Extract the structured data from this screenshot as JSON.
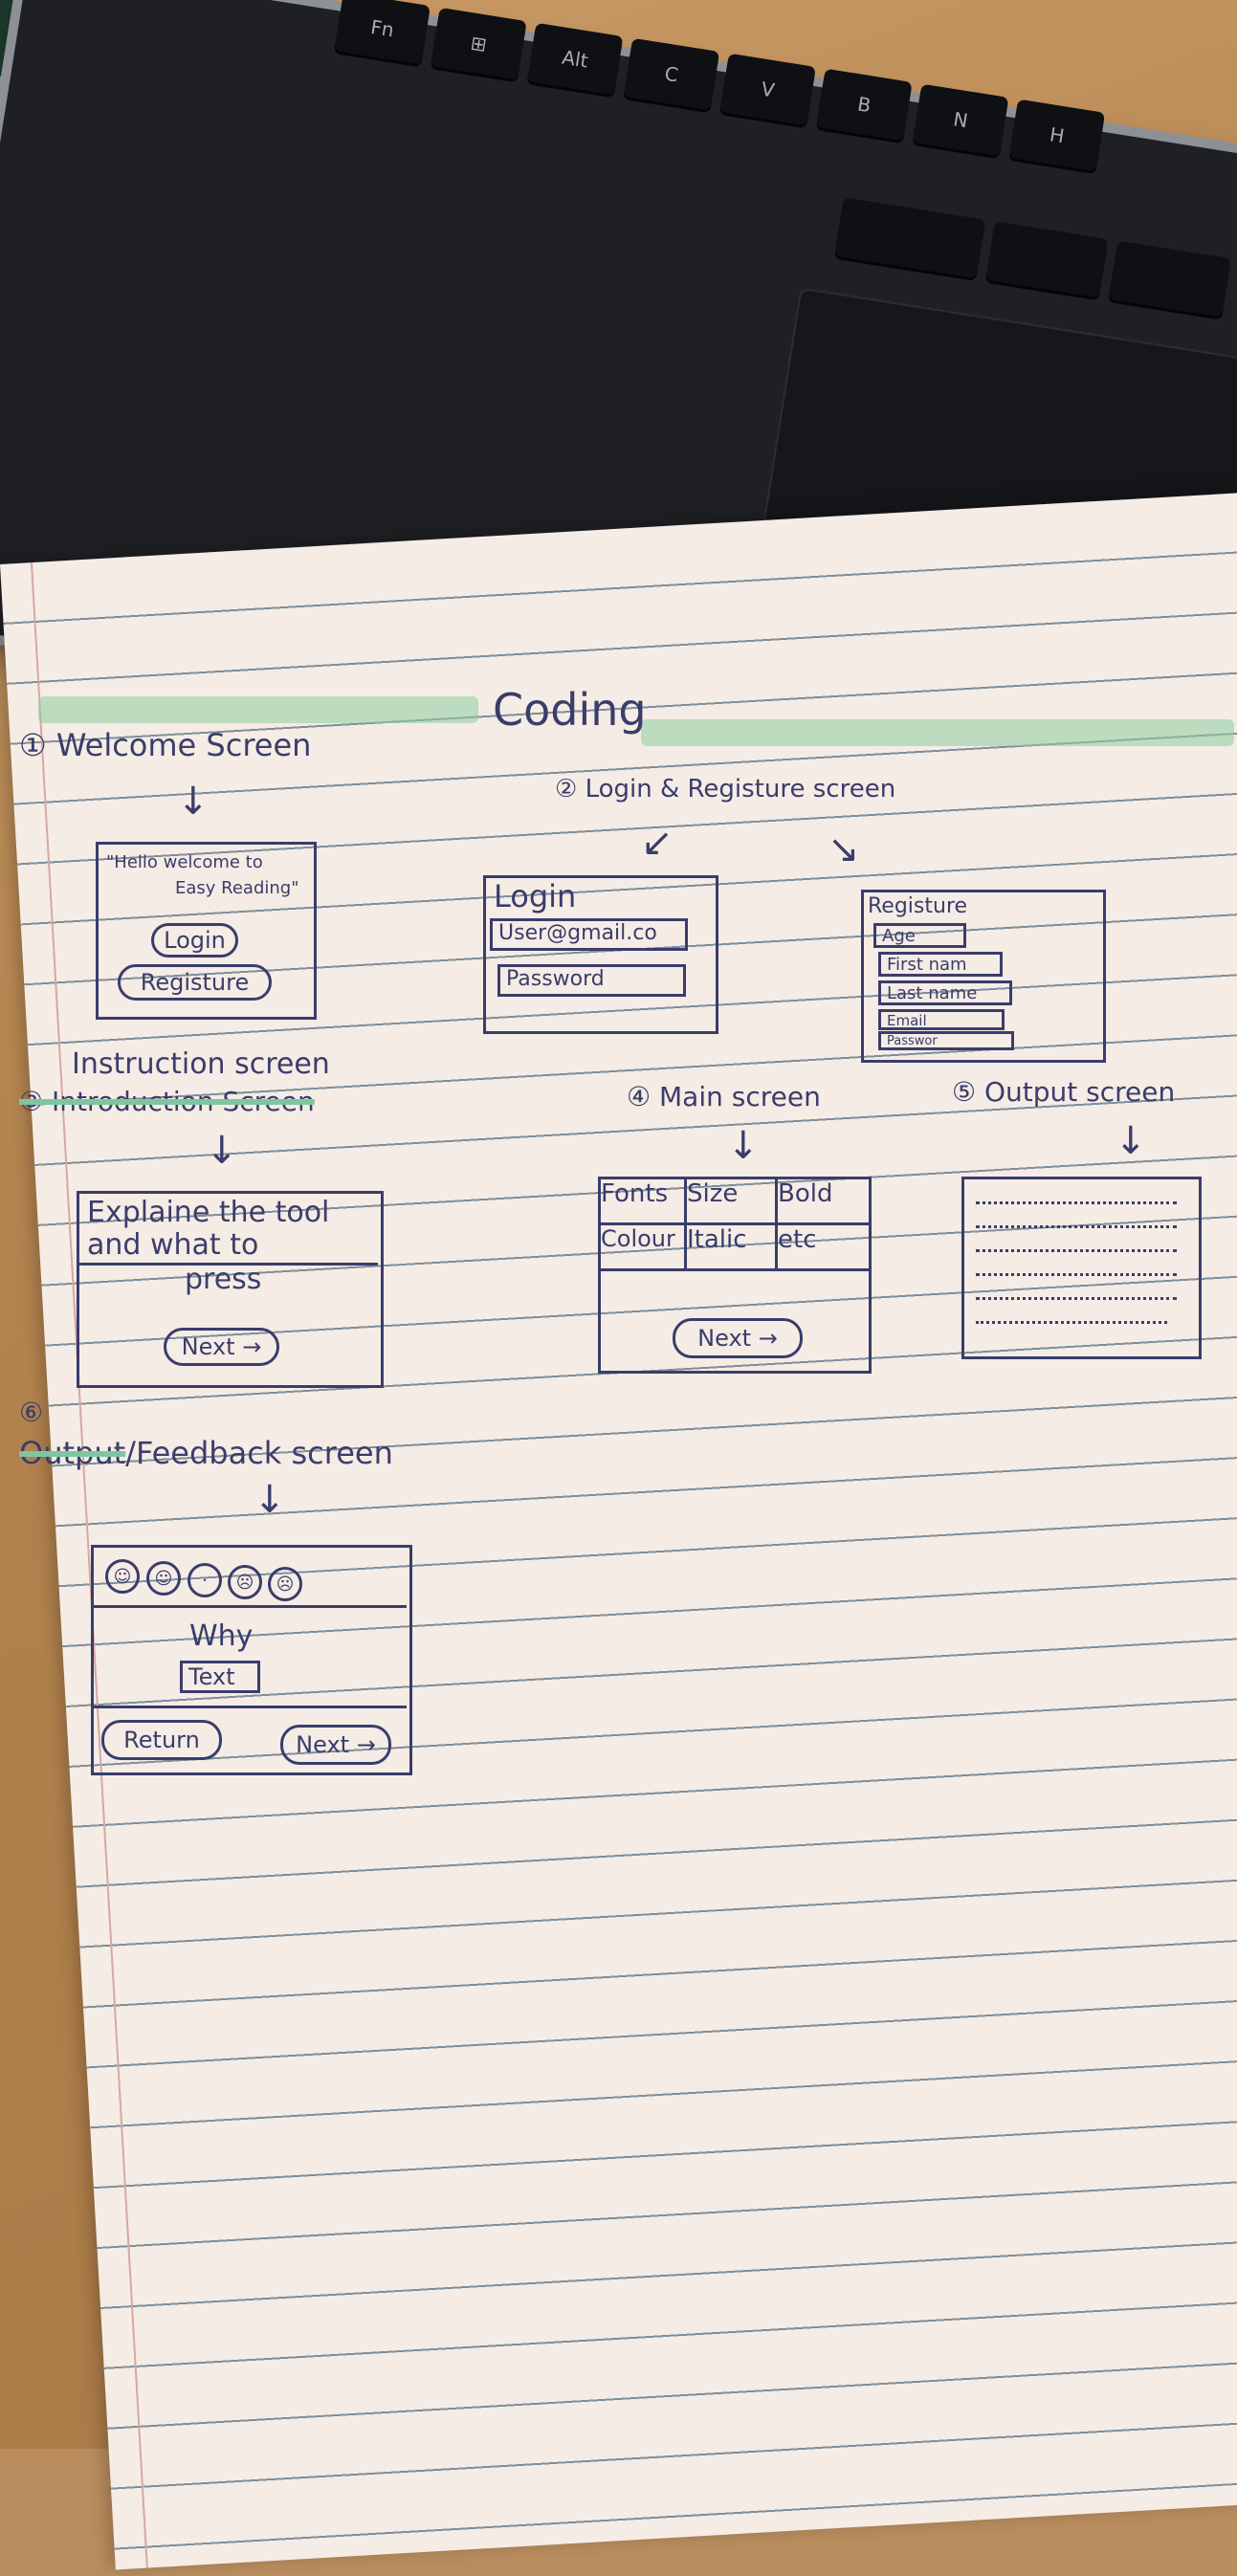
{
  "laptop": {
    "keys_top": [
      "Fn",
      "⊞",
      "Alt",
      "C",
      "V",
      "B",
      "N",
      "H"
    ]
  },
  "page": {
    "title": "Coding",
    "welcome": {
      "heading": "① Welcome Screen",
      "message_line1": "\"Hello welcome to",
      "message_line2": "Easy Reading\"",
      "login_button": "Login",
      "register_button": "Registure"
    },
    "login_register": {
      "heading": "② Login & Registure screen",
      "login_title": "Login",
      "email_field": "User@gmail.co",
      "password_field": "Password",
      "register_title": "Registure",
      "fields": [
        "Age",
        "First nam",
        "Last name",
        "Email",
        "Passwor"
      ]
    },
    "instruction": {
      "heading_top": "Instruction screen",
      "heading_struck": "③ Introduction Screen",
      "text_line1": "Explaine the tool",
      "text_line2": "and what to",
      "text_line3": "press",
      "next_button": "Next →"
    },
    "main": {
      "heading": "④ Main screen",
      "row1": [
        "Fonts",
        "Size",
        "Bold"
      ],
      "row2": [
        "Colour",
        "Italic",
        "etc"
      ],
      "next_button": "Next →"
    },
    "output": {
      "heading": "⑤ Output screen"
    },
    "feedback": {
      "number": "⑥",
      "heading_struck": "Output",
      "heading_rest": "/Feedback screen",
      "why": "Why",
      "text_field": "Text",
      "return_button": "Return",
      "next_button": "Next →"
    }
  },
  "colors": {
    "ink": "#3a3d6b",
    "highlighter": "#8dcda0",
    "paper": "#f5ece5",
    "marker": "#66d3a0"
  }
}
